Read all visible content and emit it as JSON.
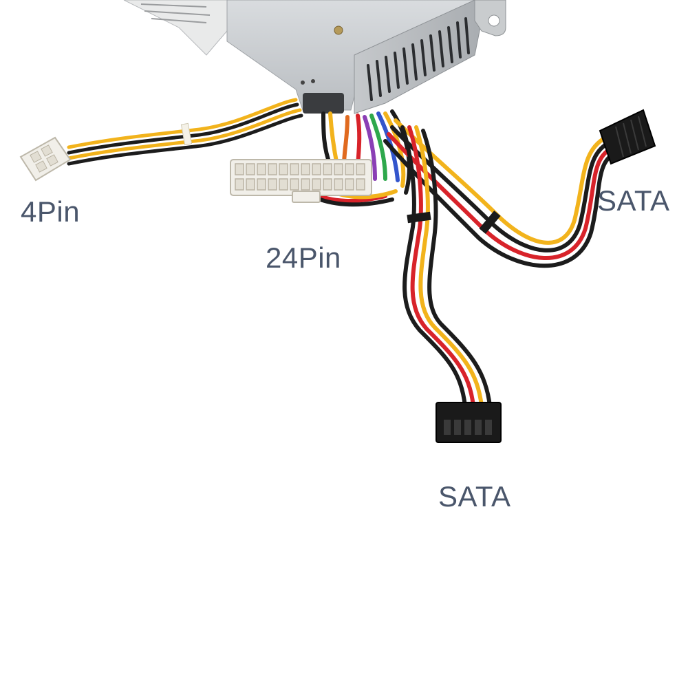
{
  "labels": {
    "four_pin": "4Pin",
    "twenty_four_pin": "24Pin",
    "sata_right": "SATA",
    "sata_bottom": "SATA"
  },
  "colors": {
    "background": "#ffffff",
    "label_text": "#4a566b",
    "psu_housing": "#c3c6c9",
    "psu_shadow": "#9da1a5",
    "wire_yellow": "#f2b31c",
    "wire_black": "#1c1c1c",
    "wire_red": "#d8232a",
    "connector_white": "#f1efe9",
    "connector_black": "#1a1a1a"
  }
}
